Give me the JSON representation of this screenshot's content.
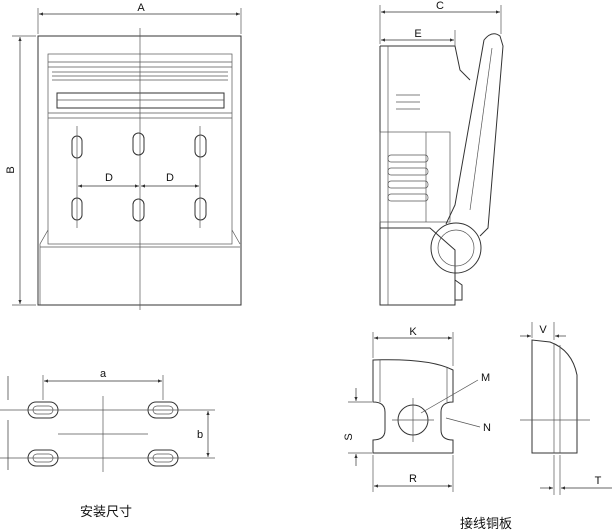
{
  "front_view": {
    "label_width": "A",
    "label_height": "B",
    "label_pitch_left": "D",
    "label_pitch_right": "D"
  },
  "side_view": {
    "label_depth": "C",
    "label_handle": "E"
  },
  "mounting": {
    "label_horizontal": "a",
    "label_vertical": "b",
    "caption": "安装尺寸"
  },
  "terminal_front": {
    "label_width": "K",
    "label_bolt": "M",
    "label_slot": "N",
    "label_height": "S",
    "label_base": "R",
    "caption": "接线铜板"
  },
  "terminal_side": {
    "label_top": "V",
    "label_thickness": "T"
  }
}
